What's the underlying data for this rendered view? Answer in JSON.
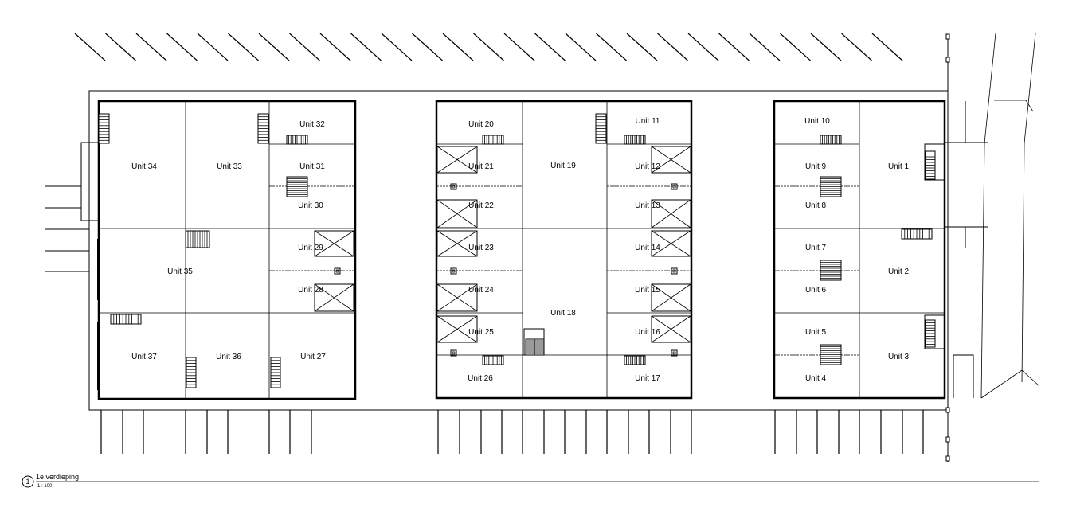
{
  "units": [
    {
      "id": 1,
      "label": "Unit 1"
    },
    {
      "id": 2,
      "label": "Unit 2"
    },
    {
      "id": 3,
      "label": "Unit 3"
    },
    {
      "id": 4,
      "label": "Unit 4"
    },
    {
      "id": 5,
      "label": "Unit 5"
    },
    {
      "id": 6,
      "label": "Unit 6"
    },
    {
      "id": 7,
      "label": "Unit 7"
    },
    {
      "id": 8,
      "label": "Unit 8"
    },
    {
      "id": 9,
      "label": "Unit 9"
    },
    {
      "id": 10,
      "label": "Unit 10"
    },
    {
      "id": 11,
      "label": "Unit 11"
    },
    {
      "id": 12,
      "label": "Unit 12"
    },
    {
      "id": 13,
      "label": "Unit 13"
    },
    {
      "id": 14,
      "label": "Unit 14"
    },
    {
      "id": 15,
      "label": "Unit 15"
    },
    {
      "id": 16,
      "label": "Unit 16"
    },
    {
      "id": 17,
      "label": "Unit 17"
    },
    {
      "id": 18,
      "label": "Unit 18"
    },
    {
      "id": 19,
      "label": "Unit 19"
    },
    {
      "id": 20,
      "label": "Unit 20"
    },
    {
      "id": 21,
      "label": "Unit 21"
    },
    {
      "id": 22,
      "label": "Unit 22"
    },
    {
      "id": 23,
      "label": "Unit 23"
    },
    {
      "id": 24,
      "label": "Unit 24"
    },
    {
      "id": 25,
      "label": "Unit 25"
    },
    {
      "id": 26,
      "label": "Unit 26"
    },
    {
      "id": 27,
      "label": "Unit 27"
    },
    {
      "id": 28,
      "label": "Unit 28"
    },
    {
      "id": 29,
      "label": "Unit 29"
    },
    {
      "id": 30,
      "label": "Unit 30"
    },
    {
      "id": 31,
      "label": "Unit 31"
    },
    {
      "id": 32,
      "label": "Unit 32"
    },
    {
      "id": 33,
      "label": "Unit 33"
    },
    {
      "id": 34,
      "label": "Unit 34"
    },
    {
      "id": 35,
      "label": "Unit 35"
    },
    {
      "id": 36,
      "label": "Unit 36"
    },
    {
      "id": 37,
      "label": "Unit 37"
    }
  ],
  "title_block": {
    "number": "1",
    "title": "1e verdieping",
    "scale": "1 : 100"
  },
  "colors": {
    "line": "#000000",
    "grid": "#999999",
    "background": "#ffffff"
  }
}
